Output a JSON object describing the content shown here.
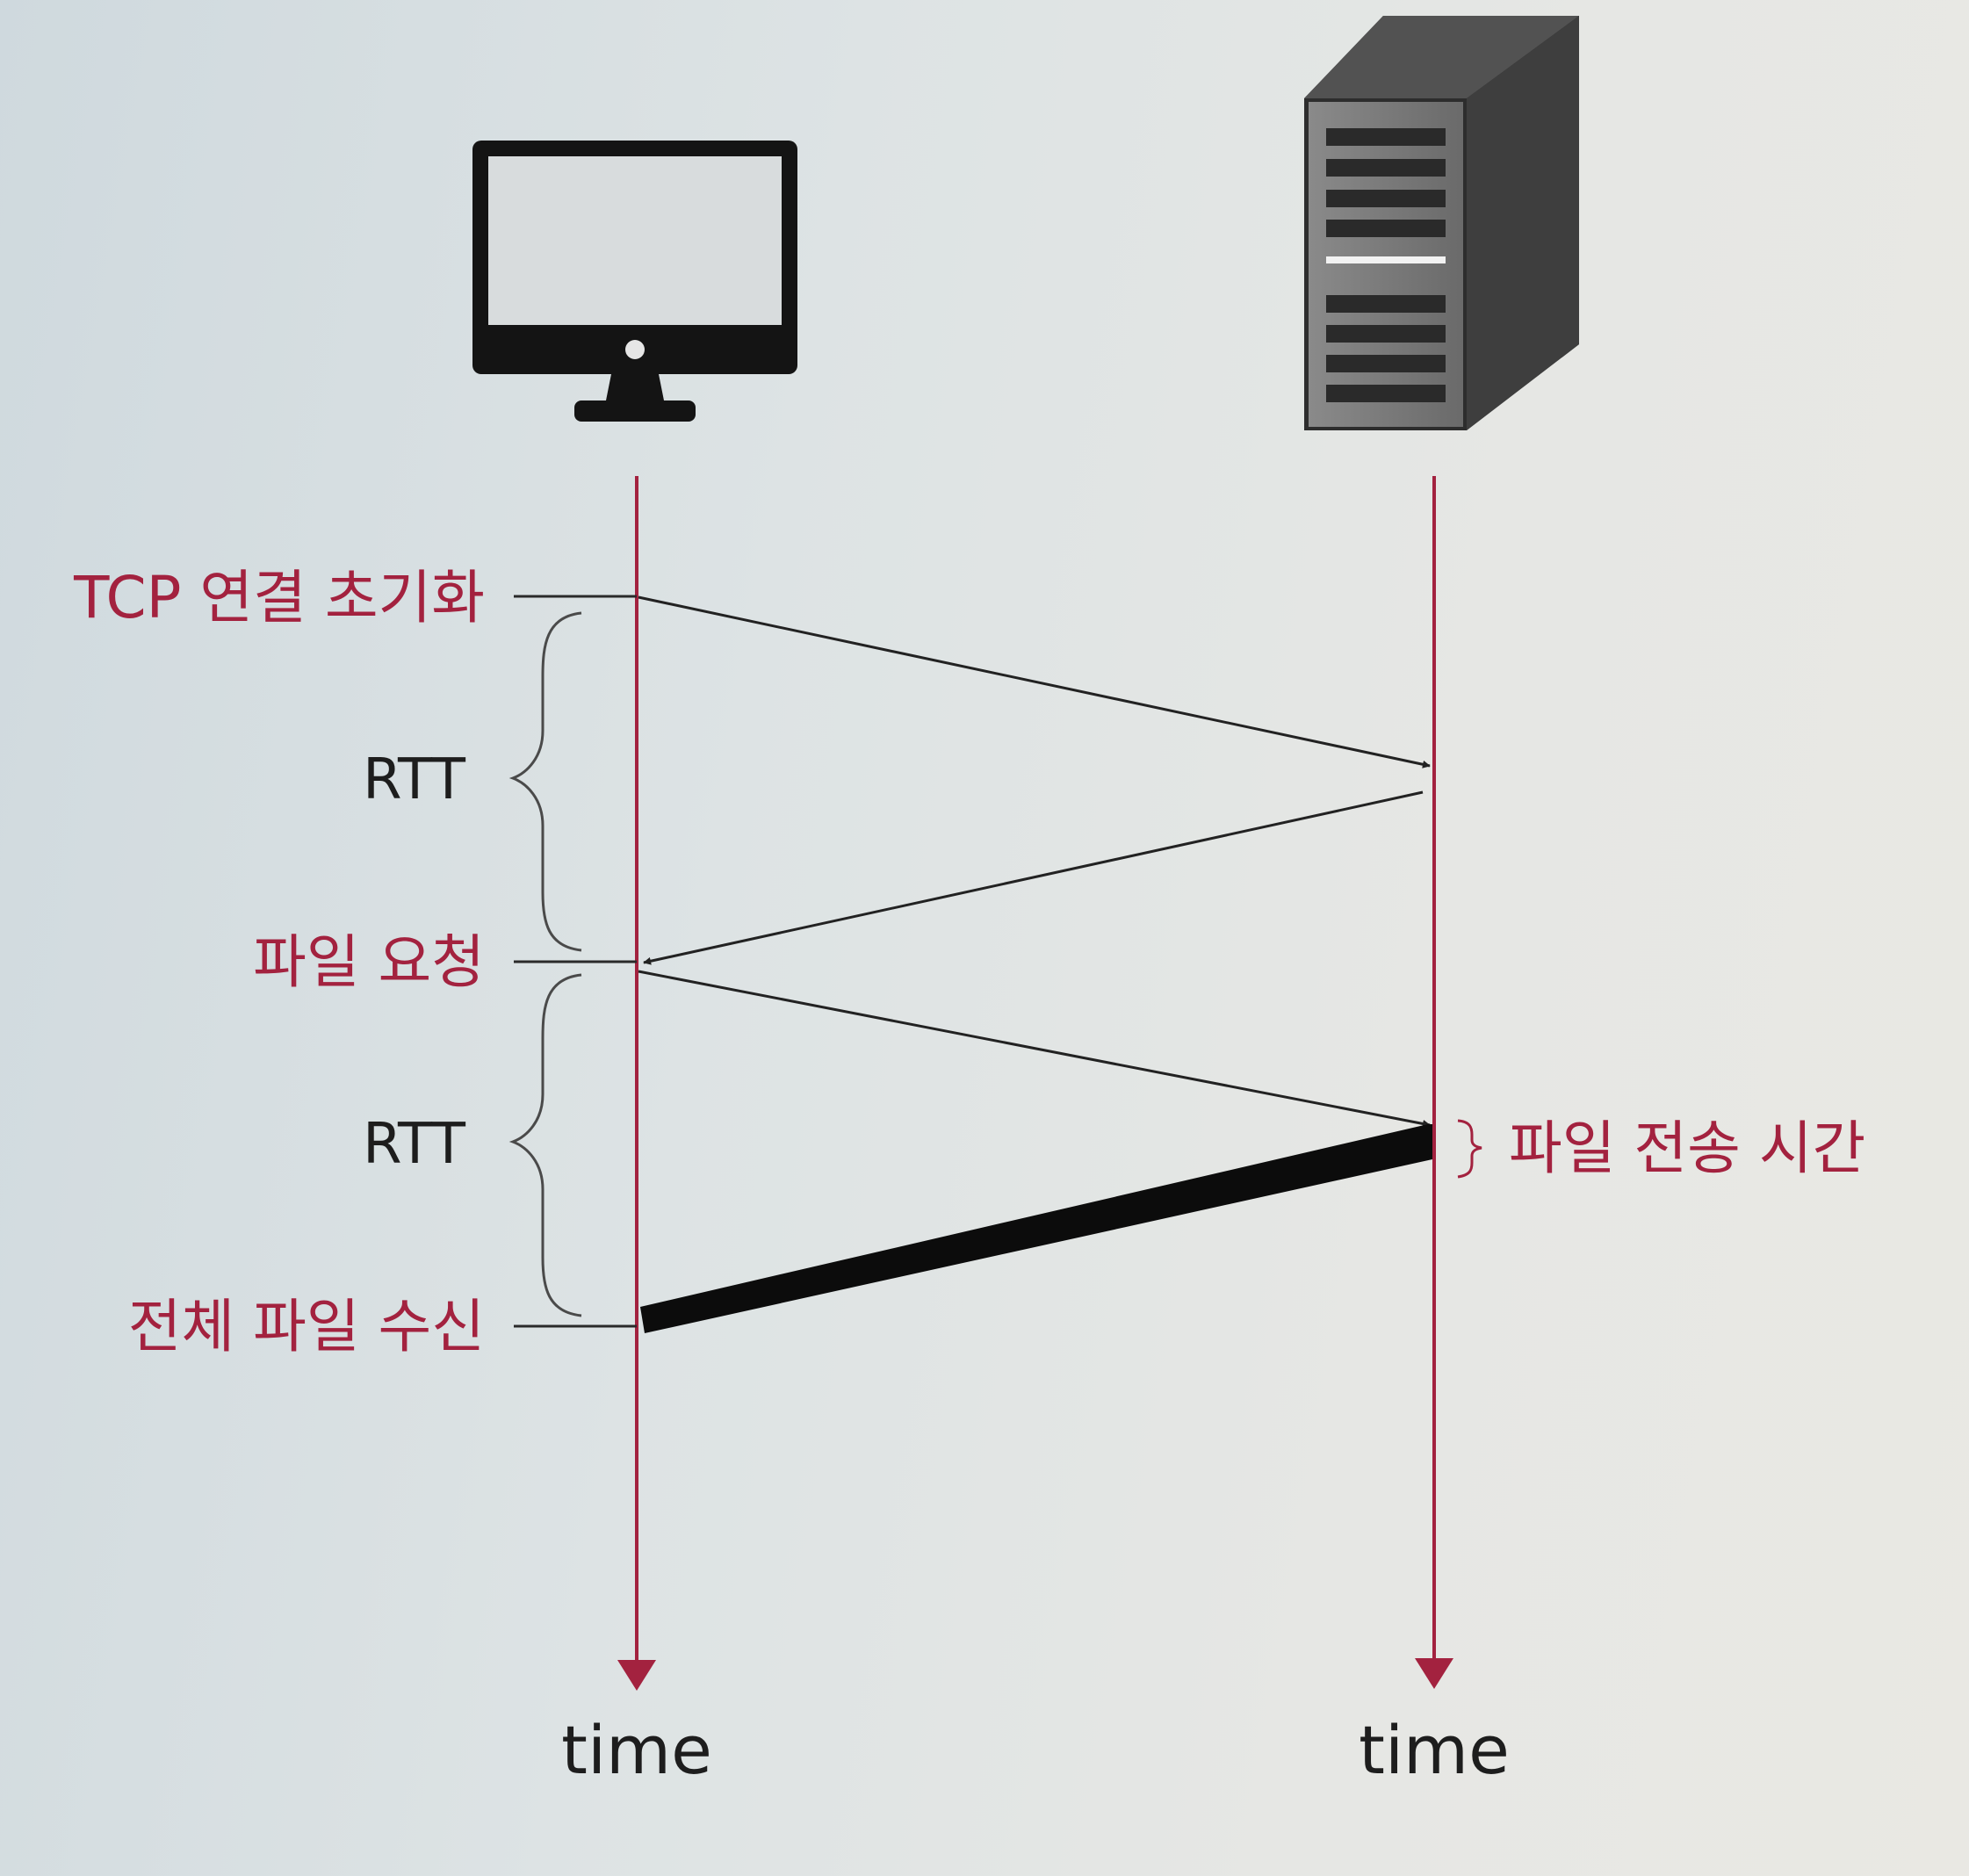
{
  "diagram": {
    "events": {
      "tcp_init": "TCP 연결 초기화",
      "file_request": "파일 요청",
      "full_receive": "전체 파일 수신"
    },
    "intervals": {
      "rtt_first": "RTT",
      "rtt_second": "RTT",
      "transfer_time": "파일 전송 시간"
    },
    "axes": {
      "client_time": "time",
      "server_time": "time"
    },
    "icons": {
      "client": "monitor-icon",
      "server": "server-tower-icon"
    },
    "colors": {
      "timeline": "#a3223f",
      "label_red": "#a3223f",
      "arrow": "#222222",
      "text_dark": "#1d1d1d"
    }
  }
}
